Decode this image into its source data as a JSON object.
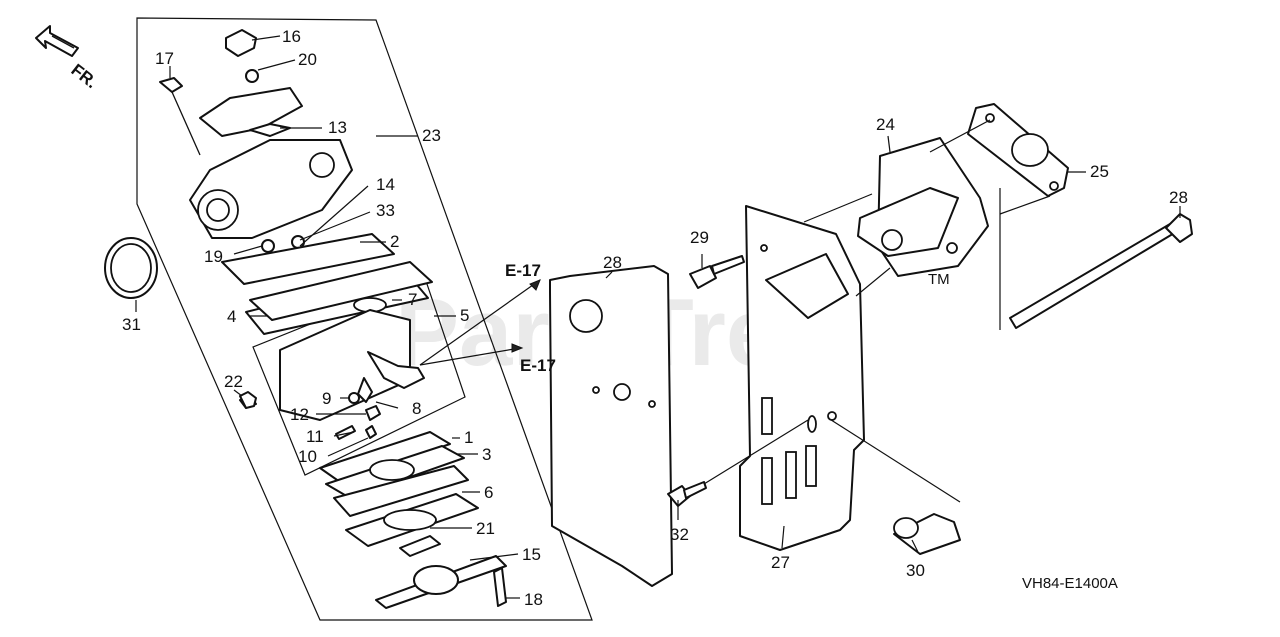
{
  "diagram": {
    "watermark": "PartsTree",
    "trademark": "TM",
    "direction_label": "FR.",
    "figure_code": "VH84-E1400A",
    "reference_labels": [
      "E-17",
      "E-17"
    ],
    "part_numbers": {
      "p1": "1",
      "p2": "2",
      "p3": "3",
      "p4": "4",
      "p5": "5",
      "p6": "6",
      "p7": "7",
      "p8": "8",
      "p9": "9",
      "p10": "10",
      "p11": "11",
      "p12": "12",
      "p13": "13",
      "p14": "14",
      "p15": "15",
      "p16": "16",
      "p17": "17",
      "p18": "18",
      "p20": "20",
      "p21": "21",
      "p22": "22",
      "p23": "23",
      "p24": "24",
      "p25": "25",
      "p27": "27",
      "p28a": "28",
      "p28b": "28",
      "p29": "29",
      "p30": "30",
      "p31": "31",
      "p32": "32",
      "p33": "33",
      "p19": "19"
    }
  }
}
